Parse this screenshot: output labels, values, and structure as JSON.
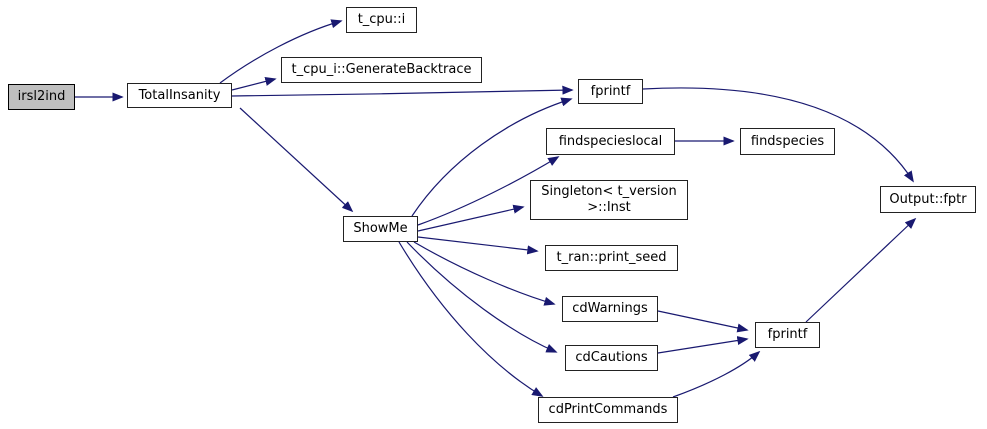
{
  "diagram": {
    "type": "doxygen-call-graph",
    "direction": "left-to-right",
    "colors": {
      "edge": "#191970",
      "node_fill": "#ffffff",
      "node_border": "#222222",
      "highlight_fill": "#bfbfbf",
      "text": "#000000",
      "background": "#ffffff"
    },
    "nodes": {
      "irsl2ind": {
        "label": "irsl2ind",
        "highlighted": true
      },
      "total_insanity": {
        "label": "TotalInsanity"
      },
      "t_cpu_i_var": {
        "label": "t_cpu::i"
      },
      "generate_backtrace": {
        "label": "t_cpu_i::GenerateBacktrace"
      },
      "fprintf_top": {
        "label": "fprintf"
      },
      "findspecieslocal": {
        "label": "findspecieslocal"
      },
      "findspecies": {
        "label": "findspecies"
      },
      "singleton_inst": {
        "label": "Singleton< t_version >::Inst",
        "lines": [
          "Singleton< t_version",
          ">::Inst"
        ]
      },
      "t_ran_print_seed": {
        "label": "t_ran::print_seed"
      },
      "show_me": {
        "label": "ShowMe"
      },
      "cd_warnings": {
        "label": "cdWarnings"
      },
      "cd_cautions": {
        "label": "cdCautions"
      },
      "cd_print_commands": {
        "label": "cdPrintCommands"
      },
      "fprintf_bottom": {
        "label": "fprintf"
      },
      "output_fptr": {
        "label": "Output::fptr"
      }
    },
    "edges": [
      {
        "from": "irsl2ind",
        "to": "TotalInsanity"
      },
      {
        "from": "TotalInsanity",
        "to": "t_cpu::i"
      },
      {
        "from": "TotalInsanity",
        "to": "t_cpu_i::GenerateBacktrace"
      },
      {
        "from": "TotalInsanity",
        "to": "fprintf"
      },
      {
        "from": "TotalInsanity",
        "to": "ShowMe"
      },
      {
        "from": "ShowMe",
        "to": "fprintf"
      },
      {
        "from": "ShowMe",
        "to": "findspecieslocal"
      },
      {
        "from": "ShowMe",
        "to": "Singleton< t_version >::Inst"
      },
      {
        "from": "ShowMe",
        "to": "t_ran::print_seed"
      },
      {
        "from": "ShowMe",
        "to": "cdWarnings"
      },
      {
        "from": "ShowMe",
        "to": "cdCautions"
      },
      {
        "from": "ShowMe",
        "to": "cdPrintCommands"
      },
      {
        "from": "findspecieslocal",
        "to": "findspecies"
      },
      {
        "from": "cdWarnings",
        "to": "fprintf (2)"
      },
      {
        "from": "cdCautions",
        "to": "fprintf (2)"
      },
      {
        "from": "cdPrintCommands",
        "to": "fprintf (2)"
      },
      {
        "from": "fprintf",
        "to": "Output::fptr"
      },
      {
        "from": "fprintf (2)",
        "to": "Output::fptr"
      }
    ]
  }
}
